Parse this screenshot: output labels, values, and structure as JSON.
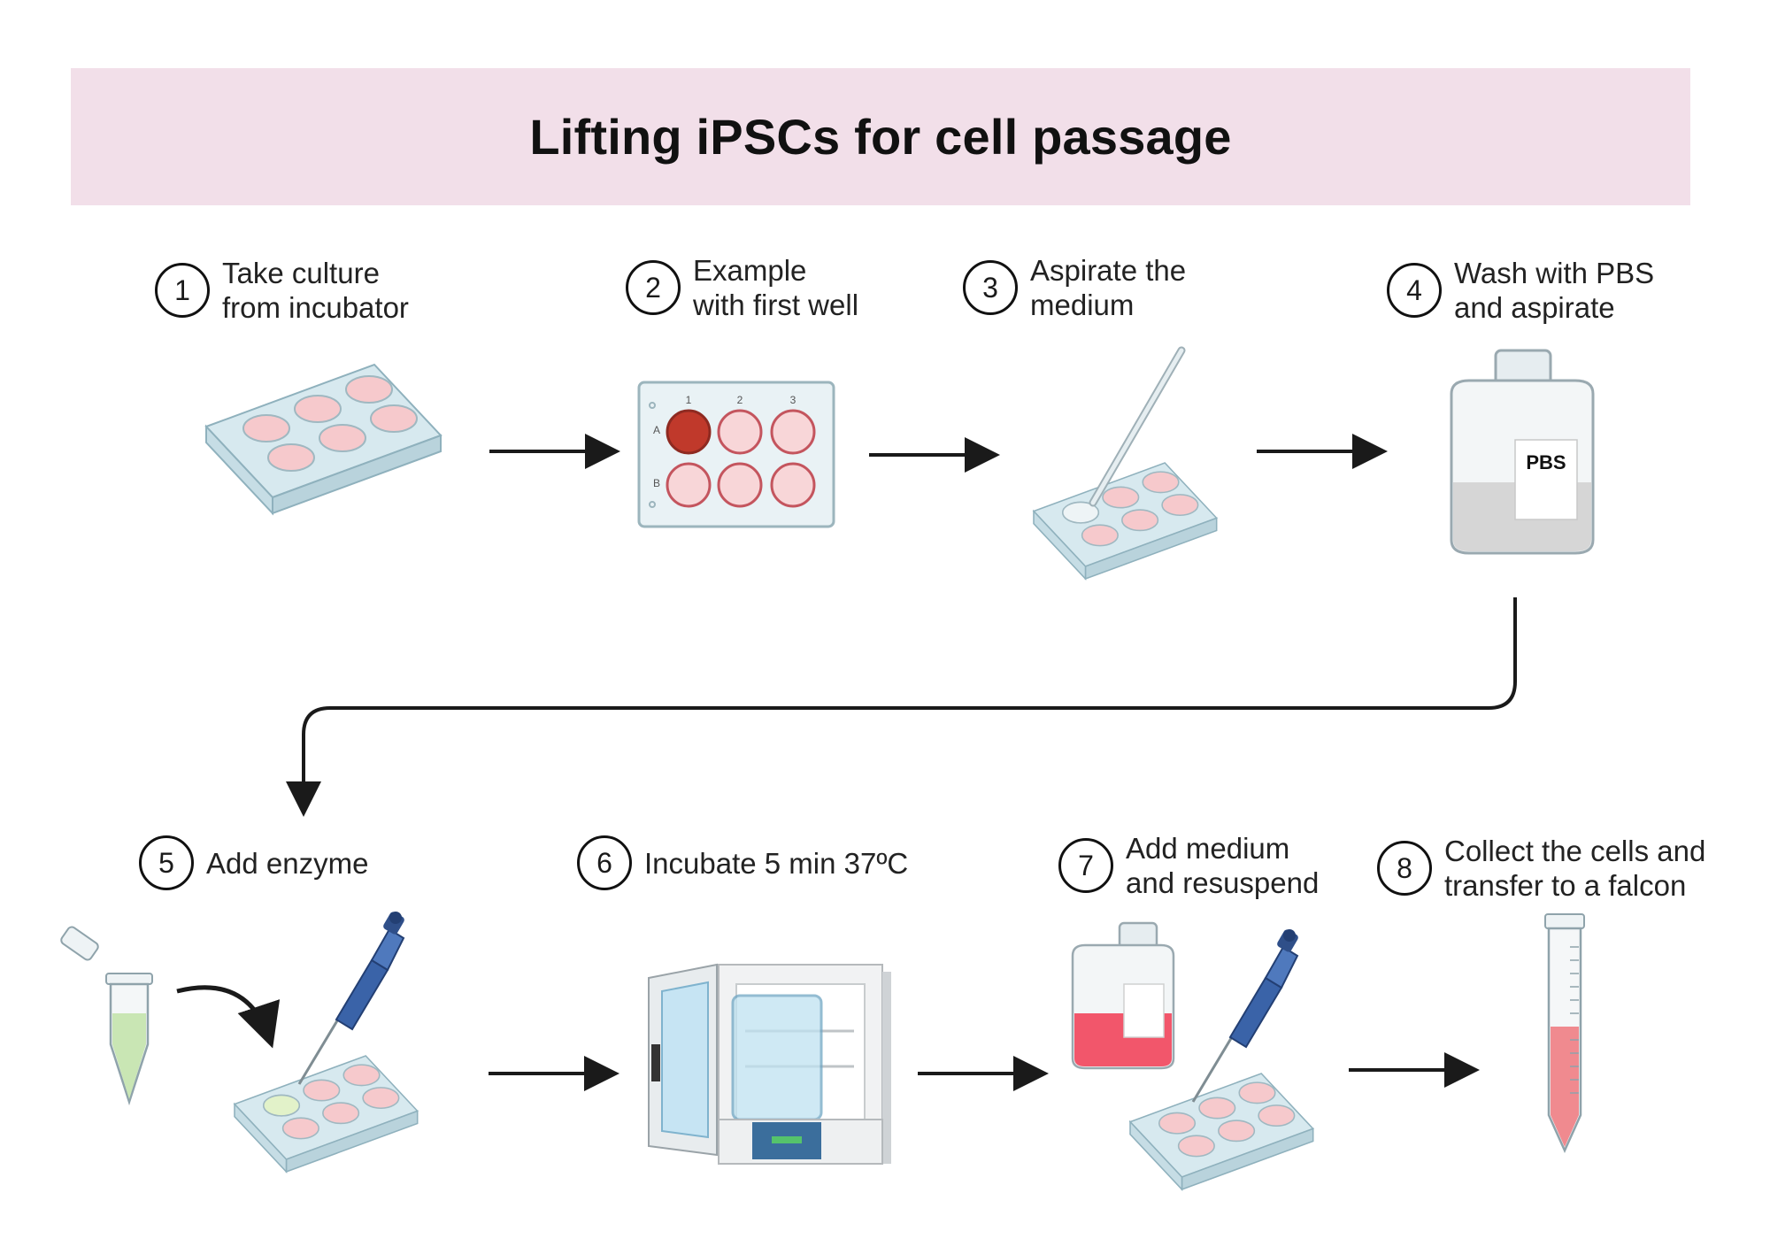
{
  "title": "Lifting iPSCs for cell passage",
  "steps": [
    {
      "number": "1",
      "label": "Take culture\nfrom incubator"
    },
    {
      "number": "2",
      "label": "Example\nwith first well"
    },
    {
      "number": "3",
      "label": "Aspirate the\nmedium"
    },
    {
      "number": "4",
      "label": "Wash with PBS\nand aspirate"
    },
    {
      "number": "5",
      "label": "Add enzyme"
    },
    {
      "number": "6",
      "label": "Incubate 5 min 37ºC"
    },
    {
      "number": "7",
      "label": "Add medium\nand resuspend"
    },
    {
      "number": "8",
      "label": "Collect the cells and\ntransfer to a falcon"
    }
  ],
  "plate_labels": {
    "cols": [
      "1",
      "2",
      "3"
    ],
    "rows": [
      "A",
      "B"
    ]
  },
  "bottle_label": "PBS",
  "colors": {
    "banner": "#f2dfe9",
    "well_pink": "#f6c9cc",
    "well_selected": "#c0392b",
    "plate_blue": "#cfe3ea",
    "enzyme_green": "#c9e6b4",
    "medium_red": "#f2566b",
    "pipette_blue": "#3a63a8"
  }
}
